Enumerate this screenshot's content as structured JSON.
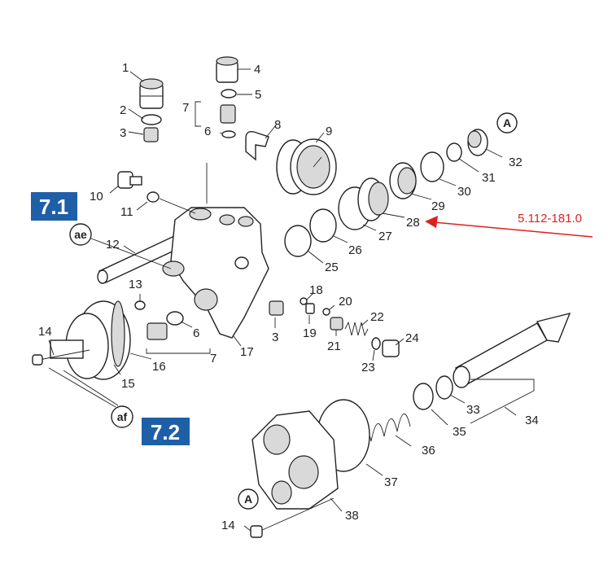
{
  "section_labels": [
    "7.1",
    "7.2"
  ],
  "ref_bubbles": {
    "ae": "ae",
    "af": "af",
    "a_top": "A",
    "a_bottom": "A"
  },
  "part_numbers": {
    "p1": "1",
    "p2": "2",
    "p3": "3",
    "p4": "4",
    "p5": "5",
    "p6": "6",
    "p7": "7",
    "p8": "8",
    "p9": "9",
    "p10": "10",
    "p11": "11",
    "p12": "12",
    "p13": "13",
    "p14": "14",
    "p15": "15",
    "p16": "16",
    "p17": "17",
    "p18": "18",
    "p19": "19",
    "p20": "20",
    "p21": "21",
    "p22": "22",
    "p23": "23",
    "p24": "24",
    "p25": "25",
    "p26": "26",
    "p27": "27",
    "p28": "28",
    "p29": "29",
    "p30": "30",
    "p31": "31",
    "p32": "32",
    "p33": "33",
    "p34": "34",
    "p35": "35",
    "p36": "36",
    "p37": "37",
    "p38": "38",
    "p3b": "3",
    "p6b": "6",
    "p7b": "7",
    "p14b": "14"
  },
  "annotation": {
    "part_code": "5.112-181.0",
    "color": "#e02020"
  },
  "colors": {
    "section_blue": "#1f5fa8",
    "line": "#222222"
  }
}
